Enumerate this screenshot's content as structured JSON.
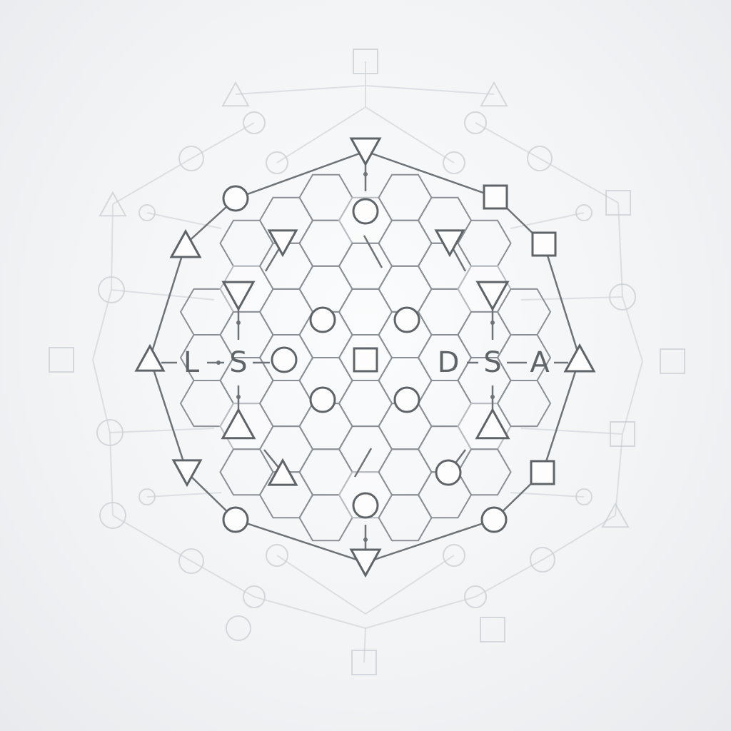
{
  "diagram": {
    "row_glyphs": [
      {
        "name": "glyph-l-left",
        "text": "L"
      },
      {
        "name": "glyph-s-left",
        "text": "S"
      },
      {
        "name": "glyph-d-right",
        "text": "D"
      },
      {
        "name": "glyph-s-right",
        "text": "S"
      },
      {
        "name": "glyph-a-right",
        "text": "A"
      }
    ],
    "colors": {
      "stroke": "#5f6469",
      "grid": "#8b9096",
      "ghost": "#c9cdd2",
      "background": "#f1f3f5"
    },
    "node_shape_names": [
      "triangle-up-icon",
      "triangle-down-icon",
      "circle-icon",
      "square-icon"
    ]
  }
}
